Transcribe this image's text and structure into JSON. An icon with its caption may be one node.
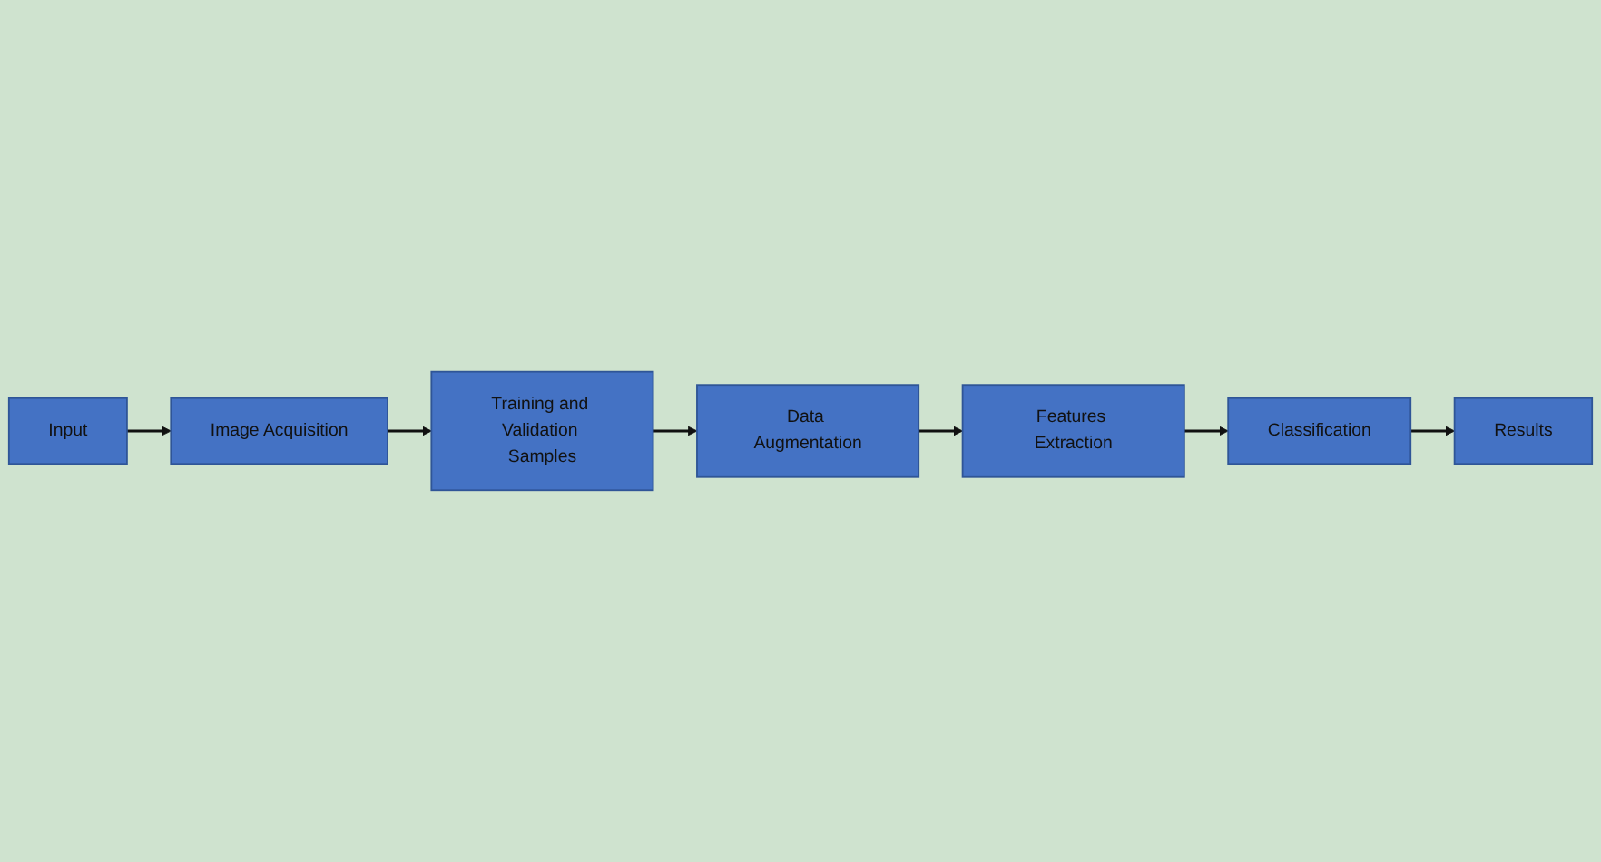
{
  "diagram": {
    "nodes": [
      {
        "text": [
          "Input"
        ]
      },
      {
        "text": [
          "Image Acquisition"
        ]
      },
      {
        "text": [
          "Training and Validation Samples"
        ]
      },
      {
        "text": [
          "Data Augmentation"
        ]
      },
      {
        "text": [
          "Features Extraction"
        ]
      },
      {
        "text": [
          "Classification"
        ]
      },
      {
        "text": [
          "Results"
        ]
      }
    ],
    "edges": [
      {
        "from": 0,
        "to": 1,
        "arrow": "to"
      },
      {
        "from": 1,
        "to": 2,
        "arrow": "to"
      },
      {
        "from": 2,
        "to": 3,
        "arrow": "to"
      },
      {
        "from": 3,
        "to": 4,
        "arrow": "to"
      },
      {
        "from": 4,
        "to": 5,
        "arrow": "to"
      },
      {
        "from": 5,
        "to": 6,
        "arrow": "to"
      }
    ]
  }
}
